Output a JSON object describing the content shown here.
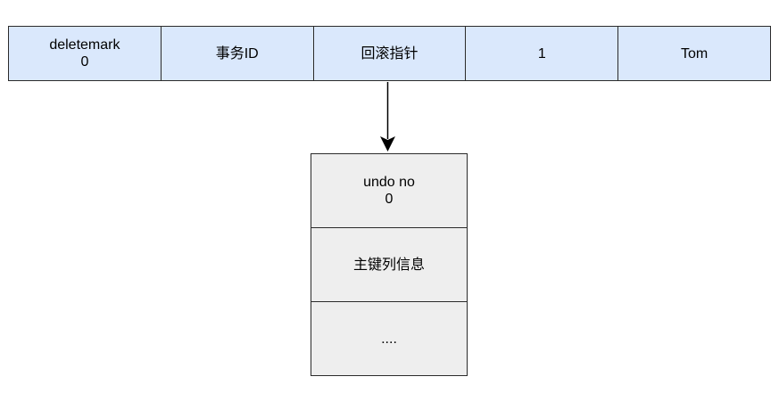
{
  "record": {
    "fields": [
      {
        "label": "deletemark\n0"
      },
      {
        "label": "事务ID"
      },
      {
        "label": "回滚指针"
      },
      {
        "label": "1"
      },
      {
        "label": "Tom"
      }
    ]
  },
  "undo_log": {
    "cells": [
      {
        "label": "undo no\n0"
      },
      {
        "label": "主键列信息"
      },
      {
        "label": "...."
      }
    ]
  },
  "colors": {
    "record_fill": "#dae8fc",
    "undo_fill": "#eeeeee",
    "stroke": "#2b2b2b"
  }
}
